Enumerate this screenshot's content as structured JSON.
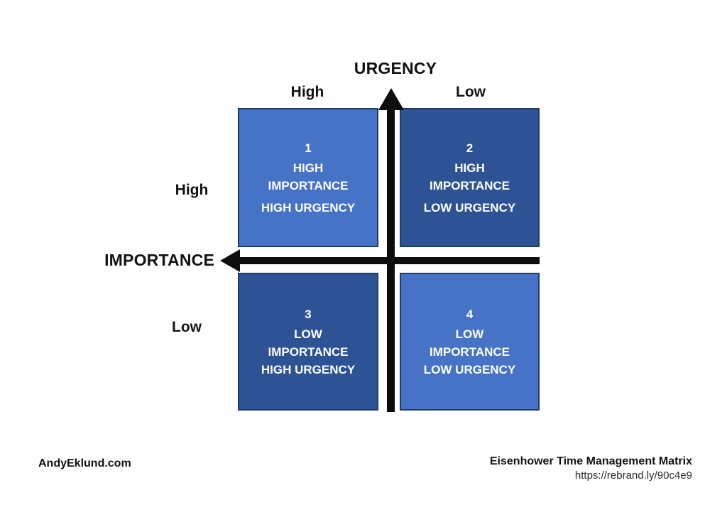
{
  "axes": {
    "urgency_title": "URGENCY",
    "urgency_high": "High",
    "urgency_low": "Low",
    "importance_title": "IMPORTANCE",
    "importance_high": "High",
    "importance_low": "Low"
  },
  "quadrants": [
    {
      "number": "1",
      "importance_lines": [
        "HIGH",
        "IMPORTANCE"
      ],
      "urgency_line": "HIGH URGENCY",
      "color": "#4673C5"
    },
    {
      "number": "2",
      "importance_lines": [
        "HIGH",
        "IMPORTANCE"
      ],
      "urgency_line": "LOW URGENCY",
      "color": "#2D5394"
    },
    {
      "number": "3",
      "importance_lines": [
        "LOW",
        "IMPORTANCE"
      ],
      "urgency_line": "HIGH URGENCY",
      "color": "#2D5394"
    },
    {
      "number": "4",
      "importance_lines": [
        "LOW",
        "IMPORTANCE"
      ],
      "urgency_line": "LOW URGENCY",
      "color": "#4673C5"
    }
  ],
  "footer": {
    "credit": "AndyEklund.com",
    "title": "Eisenhower Time Management Matrix",
    "url": "https://rebrand.ly/90c4e9"
  },
  "colors": {
    "light_blue": "#4673C5",
    "dark_blue": "#2D5394",
    "quadrant_border": "#203A66",
    "axis_black": "#0D0D0D",
    "quadrant_text": "#FFFFFF"
  }
}
